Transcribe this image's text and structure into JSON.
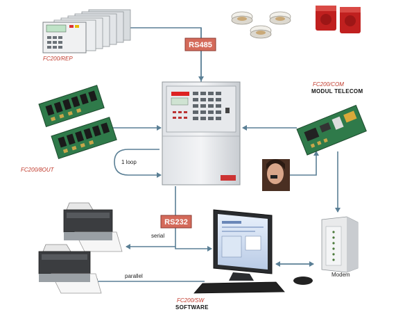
{
  "labels": {
    "fc200_rep": "FC200/REP",
    "fc200_com": "FC200/COM",
    "modul_telecom": "MODUL   TELECOM",
    "fc200_8out": "FC200/8OUT",
    "one_loop": "1 loop",
    "rs485": "RS485",
    "rs232": "RS232",
    "serial": "serial",
    "parallel": "parallel",
    "modem": "Modem",
    "fc200_sw": "FC200/SW",
    "software": "SOFTWARE"
  },
  "colors": {
    "line": "#5a7f95",
    "accent_red": "#c0392b",
    "badge": "#d46a5a"
  }
}
